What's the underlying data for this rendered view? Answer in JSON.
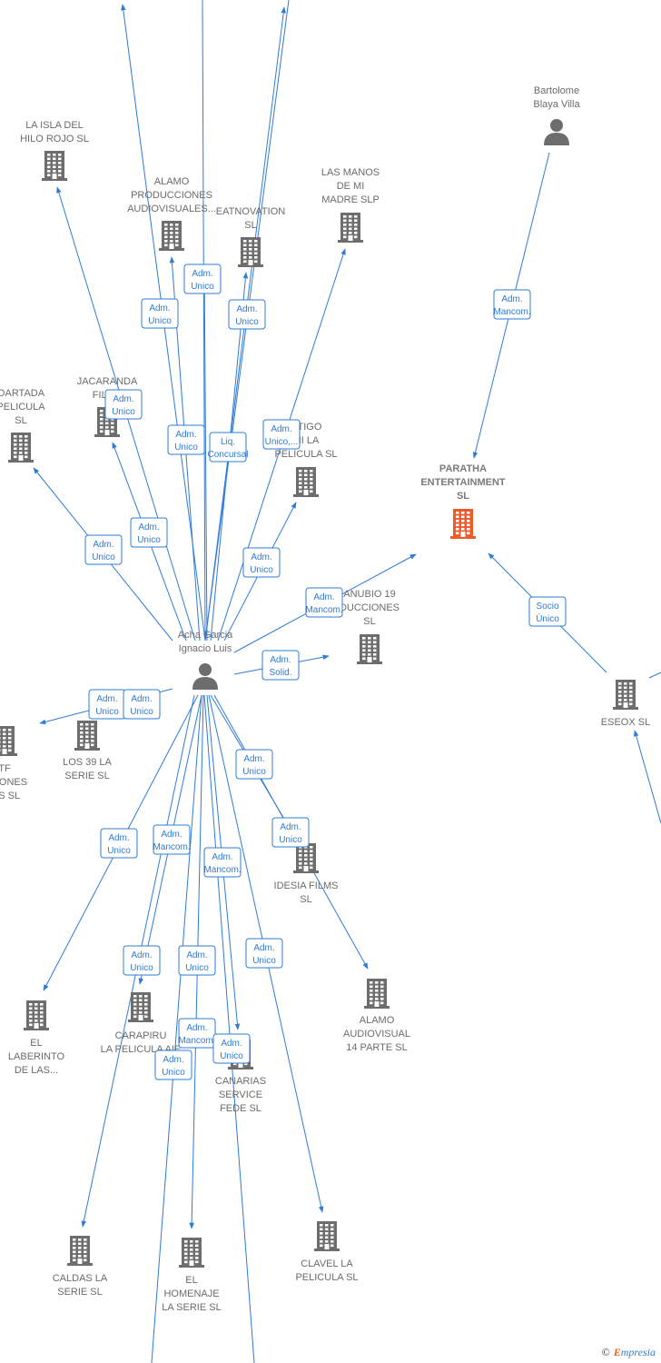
{
  "colors": {
    "edge": "#2f7bd6",
    "company": "#6d6d6d",
    "focus_company": "#f05a28",
    "person": "#6d6d6d"
  },
  "watermark": {
    "copyright": "©",
    "brand_first": "E",
    "brand_rest": "mpresia"
  },
  "nodes": [
    {
      "id": "isla",
      "type": "company",
      "label": [
        "LA ISLA DEL",
        "HILO ROJO  SL"
      ]
    },
    {
      "id": "alamo_prod",
      "type": "company",
      "label": [
        "ALAMO",
        "PRODUCCIONES",
        "AUDIOVISUALES..."
      ]
    },
    {
      "id": "eatnovation",
      "type": "company",
      "label": [
        "EATNOVATION",
        "SL"
      ]
    },
    {
      "id": "manos",
      "type": "company",
      "label": [
        "LAS MANOS",
        "DE MI",
        "MADRE  SLP"
      ]
    },
    {
      "id": "bartolome",
      "type": "person",
      "label": [
        "Bartolome",
        "Blaya Villa"
      ]
    },
    {
      "id": "paratha",
      "type": "focus",
      "label": [
        "PARATHA",
        "ENTERTAINMENT",
        "SL"
      ]
    },
    {
      "id": "jacaranda",
      "type": "company",
      "label": [
        "JACARANDA",
        "FILMS"
      ]
    },
    {
      "id": "oartada",
      "type": "company",
      "label": [
        "OARTADA",
        "PELICULA",
        "SL"
      ]
    },
    {
      "id": "contigo",
      "type": "company",
      "label": [
        "NTIGO",
        "MI LA",
        "PELICULA  SL"
      ]
    },
    {
      "id": "anubio",
      "type": "company",
      "label": [
        "ANUBIO 19",
        "DUCCIONES",
        "SL"
      ]
    },
    {
      "id": "acha",
      "type": "person",
      "label": [
        "Acha Garcia",
        "Ignacio Luis"
      ]
    },
    {
      "id": "eseox",
      "type": "company",
      "label": [
        "ESEOX  SL"
      ]
    },
    {
      "id": "tf",
      "type": "company",
      "label": [
        "TF",
        "CCIONES",
        "IAS  SL"
      ]
    },
    {
      "id": "los39",
      "type": "company",
      "label": [
        "LOS 39 LA",
        "SERIE  SL"
      ]
    },
    {
      "id": "idesia",
      "type": "company",
      "label": [
        "IDESIA FILMS",
        "SL"
      ]
    },
    {
      "id": "laberinto",
      "type": "company",
      "label": [
        "EL",
        "LABERINTO",
        "DE LAS..."
      ]
    },
    {
      "id": "carapiru",
      "type": "company",
      "label": [
        "CARAPIRU",
        "LA PELICULA AIE"
      ]
    },
    {
      "id": "alamo14",
      "type": "company",
      "label": [
        "ALAMO",
        "AUDIOVISUAL",
        "14 PARTE  SL"
      ]
    },
    {
      "id": "canarias",
      "type": "company",
      "label": [
        "CANARIAS",
        "SERVICE",
        "FEDE  SL"
      ]
    },
    {
      "id": "caldas",
      "type": "company",
      "label": [
        "CALDAS LA",
        "SERIE  SL"
      ]
    },
    {
      "id": "homenaje",
      "type": "company",
      "label": [
        "EL",
        "HOMENAJE",
        "LA SERIE  SL"
      ]
    },
    {
      "id": "clavel",
      "type": "company",
      "label": [
        "CLAVEL LA",
        "PELICULA  SL"
      ]
    }
  ],
  "edge_labels": [
    [
      "Adm.",
      "Unico"
    ],
    [
      "Adm.",
      "Unico"
    ],
    [
      "Adm.",
      "Unico"
    ],
    [
      "Adm.",
      "Mancom."
    ],
    [
      "Adm.",
      "Unico"
    ],
    [
      "Adm.",
      "Unico"
    ],
    [
      "Liq.",
      "Concursal"
    ],
    [
      "Adm.",
      "Unico,..."
    ],
    [
      "Adm.",
      "Unico"
    ],
    [
      "Adm.",
      "Unico"
    ],
    [
      "Adm.",
      "Unico"
    ],
    [
      "Adm.",
      "Mancom."
    ],
    [
      "Socio",
      "Único"
    ],
    [
      "Adm.",
      "Solid."
    ],
    [
      "Adm.",
      "Unico"
    ],
    [
      "Adm.",
      "Unico"
    ],
    [
      "Adm.",
      "Unico"
    ],
    [
      "Adm.",
      "Unico"
    ],
    [
      "Adm.",
      "Unico"
    ],
    [
      "Adm.",
      "Mancom."
    ],
    [
      "Adm.",
      "Mancom."
    ],
    [
      "Adm.",
      "Unico"
    ],
    [
      "Adm.",
      "Unico"
    ],
    [
      "Adm.",
      "Unico"
    ],
    [
      "Adm.",
      "Mancom."
    ],
    [
      "Adm.",
      "Unico"
    ],
    [
      "Adm.",
      "Unico"
    ],
    [
      "Adm.",
      "Unico"
    ]
  ]
}
